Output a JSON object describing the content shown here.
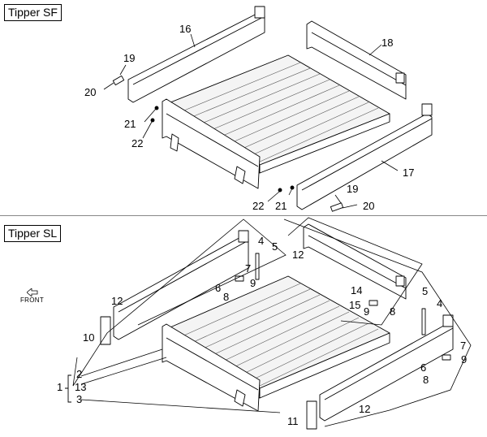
{
  "sections": [
    {
      "title": "Tipper SF"
    },
    {
      "title": "Tipper SL"
    }
  ],
  "front_label": "FRONT",
  "sf_labels": [
    {
      "id": "sf16",
      "text": "16"
    },
    {
      "id": "sf18",
      "text": "18"
    },
    {
      "id": "sf19a",
      "text": "19"
    },
    {
      "id": "sf20a",
      "text": "20"
    },
    {
      "id": "sf21a",
      "text": "21"
    },
    {
      "id": "sf22a",
      "text": "22"
    },
    {
      "id": "sf17",
      "text": "17"
    },
    {
      "id": "sf19b",
      "text": "19"
    },
    {
      "id": "sf20b",
      "text": "20"
    },
    {
      "id": "sf22b",
      "text": "22"
    },
    {
      "id": "sf21b",
      "text": "21"
    }
  ],
  "sl_labels": [
    {
      "id": "sl4a",
      "text": "4"
    },
    {
      "id": "sl5a",
      "text": "5"
    },
    {
      "id": "sl7a",
      "text": "7"
    },
    {
      "id": "sl6a",
      "text": "6"
    },
    {
      "id": "sl9a",
      "text": "9"
    },
    {
      "id": "sl8a",
      "text": "8"
    },
    {
      "id": "sl12a",
      "text": "12"
    },
    {
      "id": "sl10",
      "text": "10"
    },
    {
      "id": "sl12b",
      "text": "12"
    },
    {
      "id": "sl14",
      "text": "14"
    },
    {
      "id": "sl15",
      "text": "15"
    },
    {
      "id": "sl9b",
      "text": "9"
    },
    {
      "id": "sl8b",
      "text": "8"
    },
    {
      "id": "sl5b",
      "text": "5"
    },
    {
      "id": "sl4b",
      "text": "4"
    },
    {
      "id": "sl7b",
      "text": "7"
    },
    {
      "id": "sl9c",
      "text": "9"
    },
    {
      "id": "sl6b",
      "text": "6"
    },
    {
      "id": "sl8c",
      "text": "8"
    },
    {
      "id": "sl12c",
      "text": "12"
    },
    {
      "id": "sl11",
      "text": "11"
    },
    {
      "id": "sl2",
      "text": "2"
    },
    {
      "id": "sl13",
      "text": "13"
    },
    {
      "id": "sl1",
      "text": "1"
    },
    {
      "id": "sl3",
      "text": "3"
    }
  ]
}
